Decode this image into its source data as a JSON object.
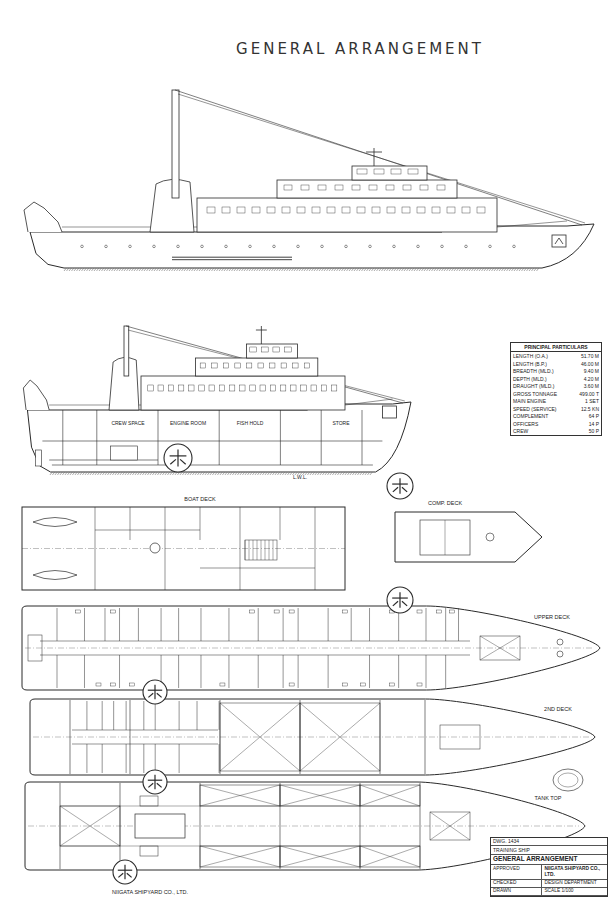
{
  "diagram": {
    "title": "GENERAL ARRANGEMENT",
    "nodes": [
      {
        "text": [
          "PRINCIPAL PARTICULARS",
          "LENGTH (O.A.)",
          "51.70 M",
          "LENGTH (B.P.)",
          "46.00 M",
          "BREADTH (MLD.)",
          "9.40 M",
          "DEPTH (MLD.)",
          "4.20 M",
          "DRAUGHT (MLD.)",
          "3.60 M",
          "GROSS TONNAGE",
          "499.00 T",
          "MAIN ENGINE",
          "1 SET",
          "SPEED (SERVICE)",
          "12.5 KN",
          "COMPLEMENT",
          "64 P",
          "OFFICERS",
          "14 P",
          "CREW",
          "50 P"
        ]
      },
      {
        "text": [
          "DWG. 1434",
          "TRAINING SHIP",
          "GENERAL ARRANGEMENT",
          "APPROVED",
          "CHECKED",
          "DRAWN",
          "NIIGATA SHIPYARD CO., LTD.",
          "DESIGN DEPARTMENT",
          "SCALE 1/100"
        ]
      }
    ],
    "labels": [
      "BOAT DECK",
      "COMP. DECK",
      "UPPER DECK",
      "2ND DECK",
      "TANK TOP",
      "CREW SPACE",
      "ENGINE ROOM",
      "FISH HOLD",
      "STORE",
      "L.W.L.",
      "NIIGATA SHIPYARD CO., LTD."
    ]
  }
}
